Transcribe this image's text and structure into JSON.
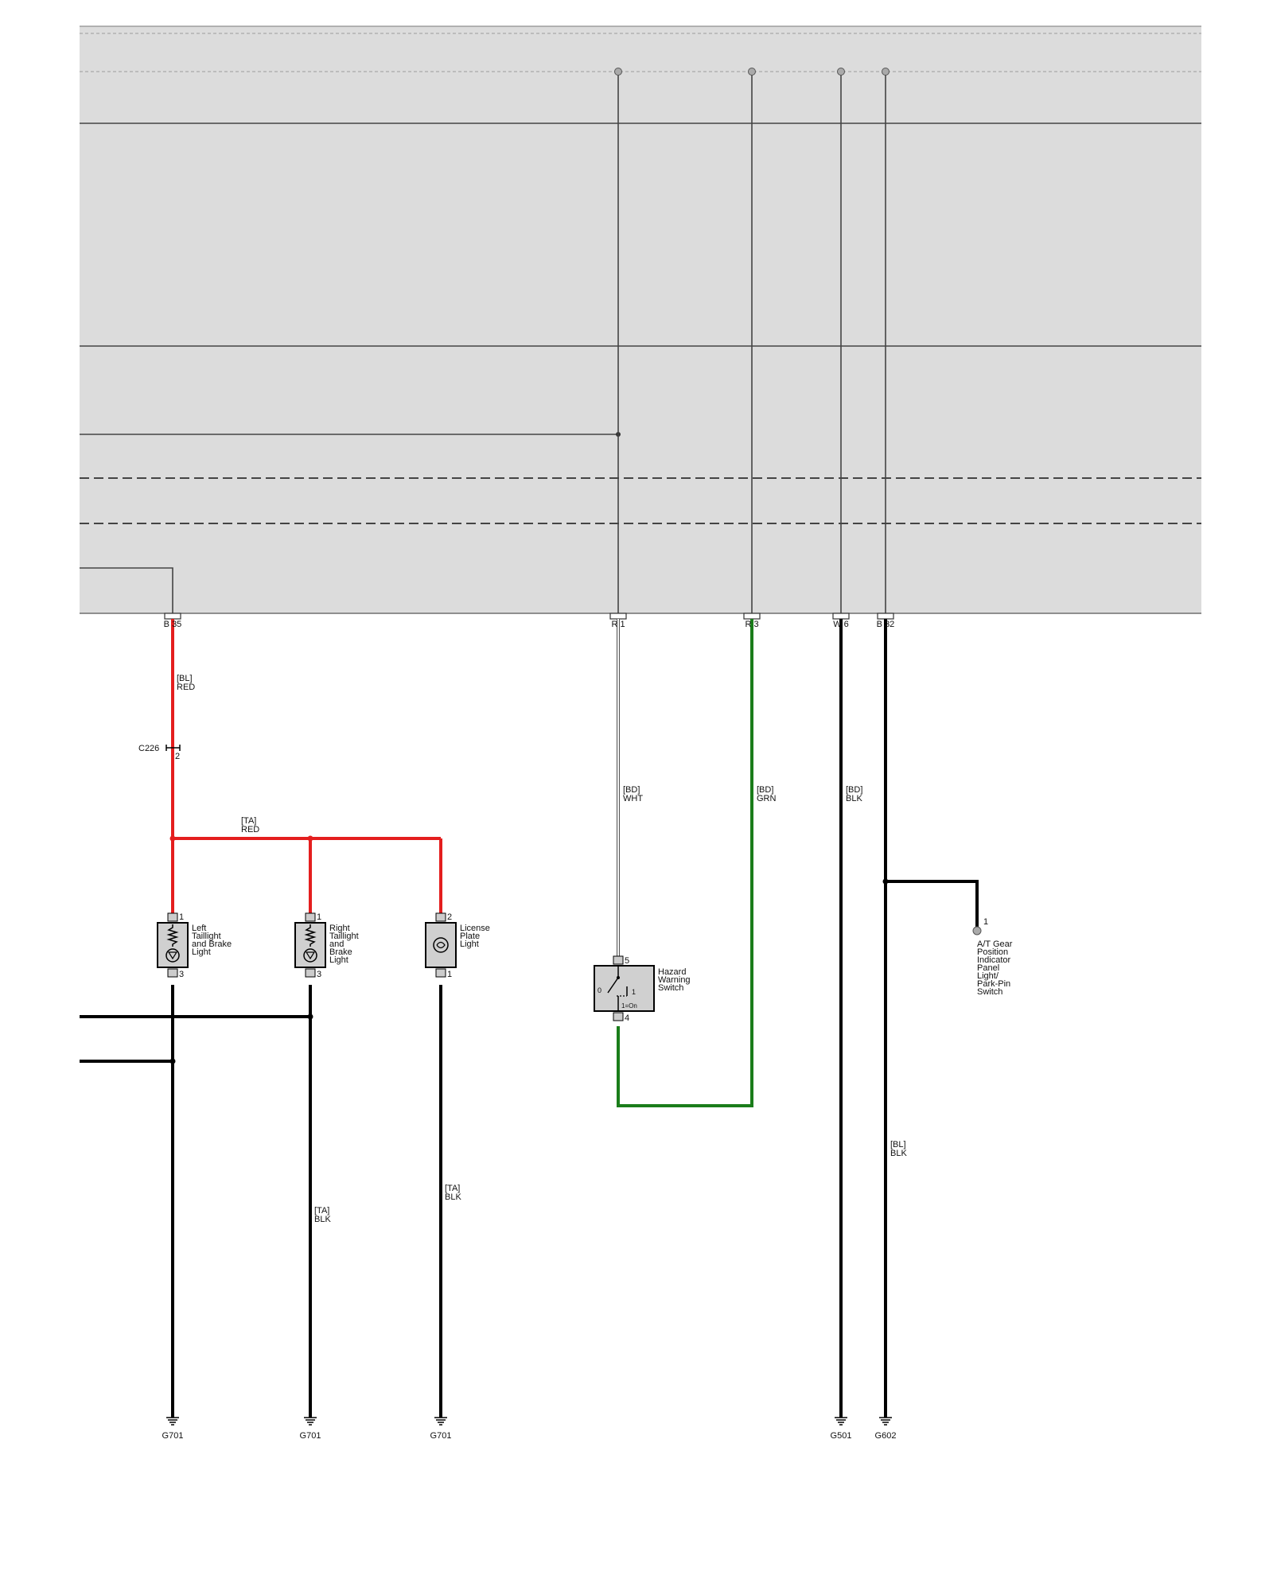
{
  "colors": {
    "module_fill": "#dcdcdc",
    "wire_red": "#e41e1e",
    "wire_green": "#1a7d1a",
    "wire_black": "#000000",
    "wire_white": "#f4f4f4",
    "wire_thin": "#444444"
  },
  "connectors": {
    "b35": "B 35",
    "r1": "R 1",
    "r3": "R 3",
    "w6": "W 6",
    "b32": "B 32"
  },
  "wires": {
    "bl_red": [
      "[BL]",
      "RED"
    ],
    "ta_red": [
      "[TA]",
      "RED"
    ],
    "bd_wht": [
      "[BD]",
      "WHT"
    ],
    "bd_grn": [
      "[BD]",
      "GRN"
    ],
    "bd_blk": [
      "[BD]",
      "BLK"
    ],
    "bl_blk": [
      "[BL]",
      "BLK"
    ],
    "ta_blk_right": [
      "[TA]",
      "BLK"
    ],
    "ta_blk_license": [
      "[TA]",
      "BLK"
    ]
  },
  "inline_connector": {
    "name": "C226",
    "pin": "2"
  },
  "components": {
    "left_taillight": {
      "label": [
        "Left",
        "Taillight",
        "and Brake",
        "Light"
      ],
      "pin_top": "1",
      "pin_bottom": "3",
      "icon": "lamp-icon"
    },
    "right_taillight": {
      "label": [
        "Right",
        "Taillight",
        "and",
        "Brake",
        "Light"
      ],
      "pin_top": "1",
      "pin_bottom": "3",
      "icon": "lamp-icon"
    },
    "license_light": {
      "label": [
        "License",
        "Plate",
        "Light"
      ],
      "pin_top": "2",
      "pin_bottom": "1",
      "icon": "lamp-icon"
    },
    "hazard_switch": {
      "label": [
        "Hazard",
        "Warning",
        "Switch"
      ],
      "pin_top": "5",
      "pin_bottom": "4",
      "pos_off": "0",
      "pos_on": "1",
      "legend": "1=On",
      "icon": "switch-icon"
    },
    "at_gear_switch": {
      "label": [
        "A/T Gear",
        "Position",
        "Indicator",
        "Panel",
        "Light/",
        "Park-Pin",
        "Switch"
      ],
      "pin": "1",
      "icon": "terminal-icon"
    }
  },
  "grounds": [
    "G701",
    "G701",
    "G701",
    "G501",
    "G602"
  ]
}
